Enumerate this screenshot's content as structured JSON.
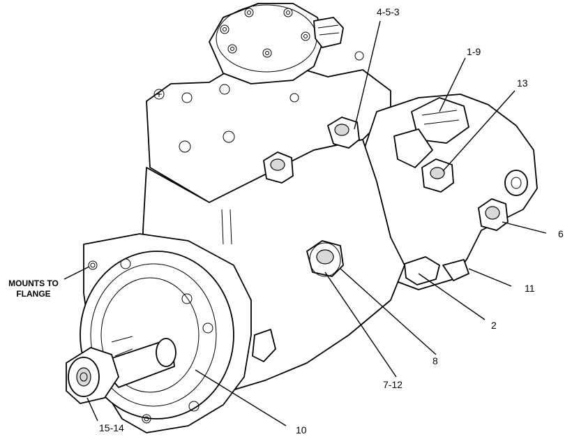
{
  "diagram": {
    "note": [
      "MOUNTS TO",
      "FLANGE"
    ],
    "callouts": {
      "c_4_5_3": "4-5-3",
      "c_1_9": "1-9",
      "c_13": "13",
      "c_6": "6",
      "c_11": "11",
      "c_2": "2",
      "c_8": "8",
      "c_7_12": "7-12",
      "c_10": "10",
      "c_15_14": "15-14"
    }
  }
}
